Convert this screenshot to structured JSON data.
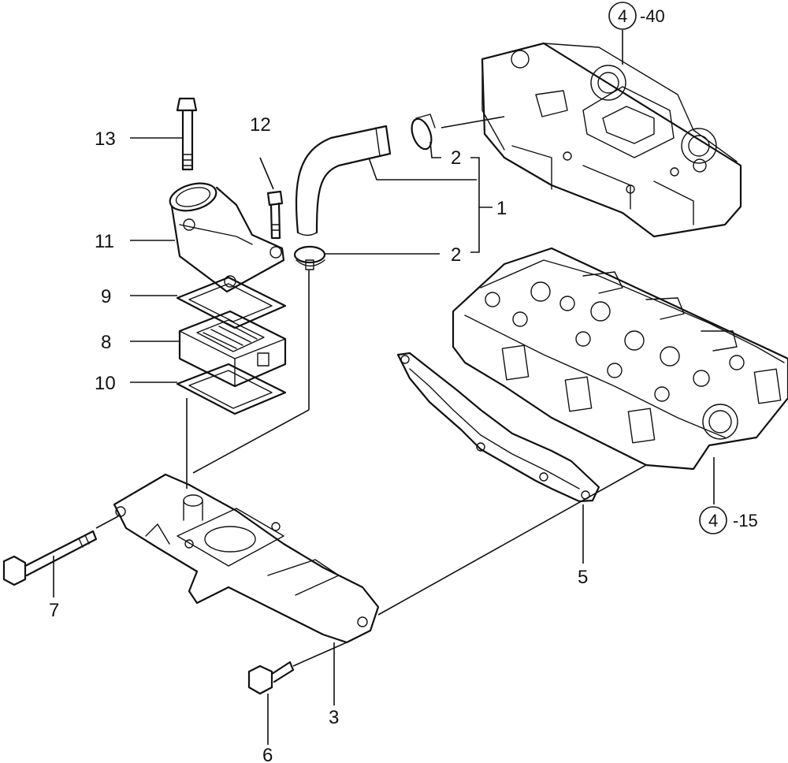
{
  "callouts": {
    "c1": "1",
    "c2a": "2",
    "c2b": "2",
    "c3": "3",
    "c5": "5",
    "c6": "6",
    "c7": "7",
    "c8": "8",
    "c9": "9",
    "c10": "10",
    "c11": "11",
    "c12": "12",
    "c13": "13"
  },
  "references": {
    "cover_circle": "4",
    "cover_suffix": "-40",
    "head_circle": "4",
    "head_suffix": "-15"
  }
}
